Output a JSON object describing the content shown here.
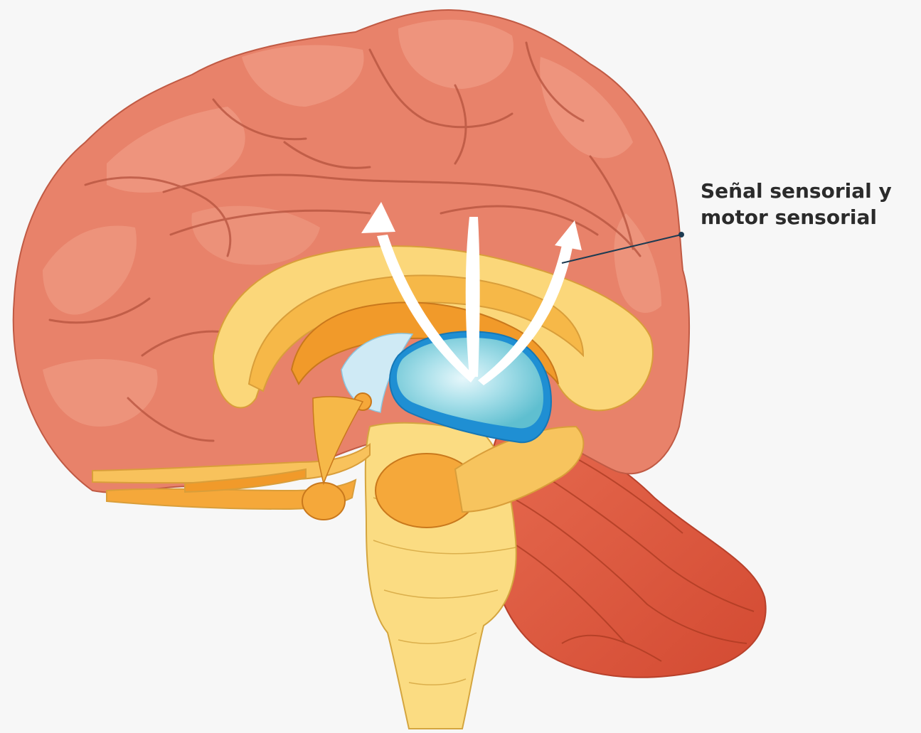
{
  "annotation": {
    "line1": "Señal sensorial y",
    "line2": "motor sensorial"
  },
  "colors": {
    "background": "#f7f7f7",
    "cortex": "#e8826a",
    "cortex_dark": "#c9604a",
    "cortex_light": "#f2a48c",
    "cerebellum": "#d9573e",
    "limbic": "#f7c25a",
    "limbic_dark": "#f0a030",
    "brainstem": "#fbdc82",
    "thalamus": "#6cc6d6",
    "thalamus_edge": "#1f8fd3",
    "arrows": "#ffffff",
    "leader": "#1d3b52"
  },
  "icons": {
    "diagram": "brain-sagittal-illustration",
    "arrows": "upward-signal-arrows"
  }
}
